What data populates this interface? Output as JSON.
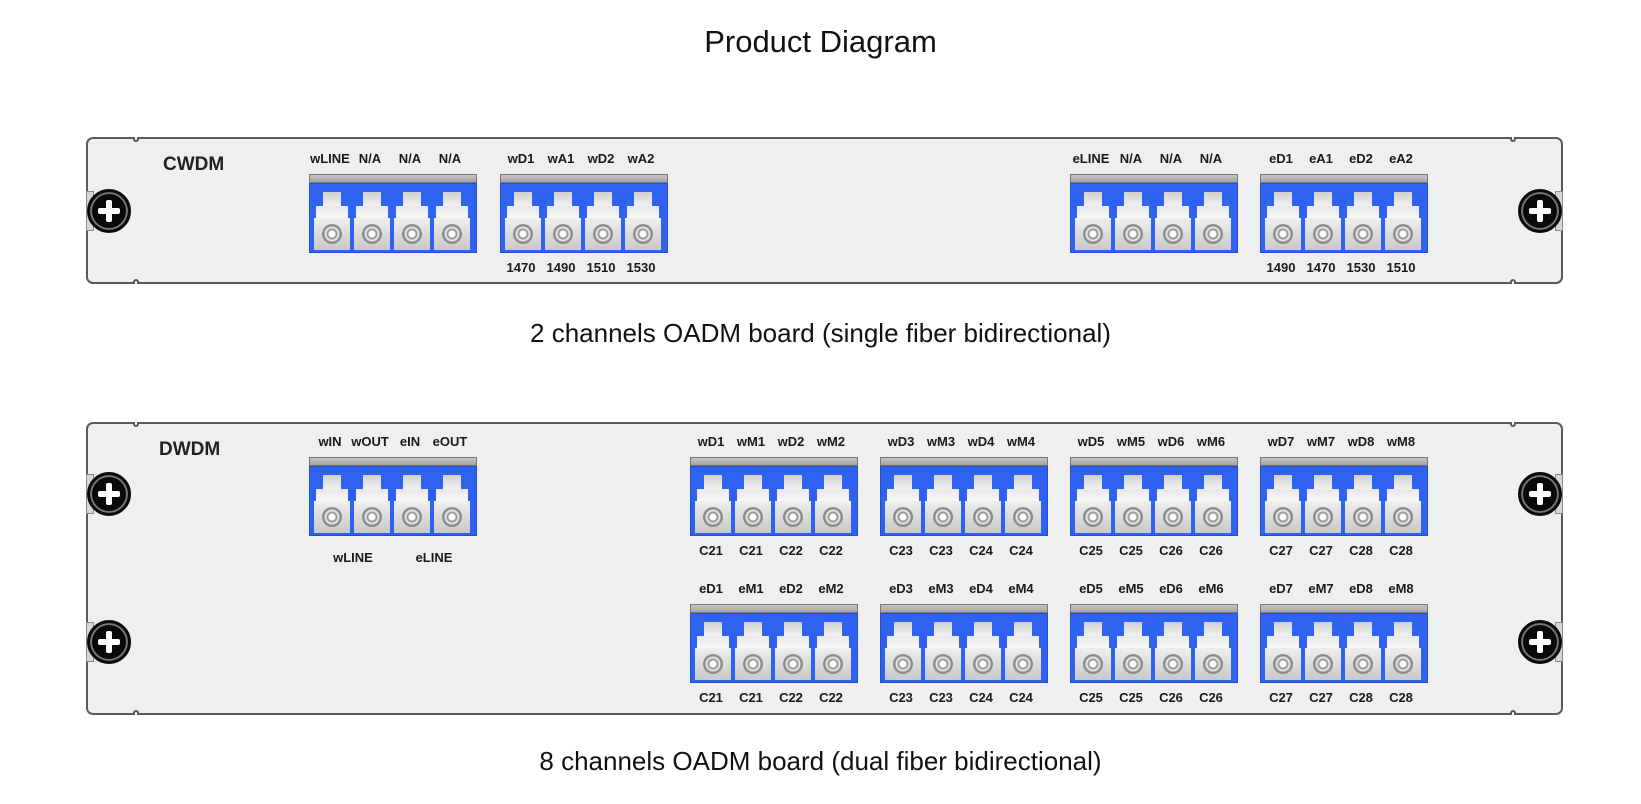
{
  "title": "Product Diagram",
  "colors": {
    "connector_blue": "#2f62ee",
    "panel_fill": "#efefef",
    "panel_border": "#5a5a5a",
    "screw": "#0a0a0a"
  },
  "boards": [
    {
      "name": "CWDM",
      "caption": "2 channels OADM board (single fiber bidirectional)",
      "blocks": [
        {
          "top_labels": [
            "wLINE",
            "N/A",
            "N/A",
            "N/A"
          ],
          "bottom_labels": [
            "",
            "",
            "",
            ""
          ]
        },
        {
          "top_labels": [
            "wD1",
            "wA1",
            "wD2",
            "wA2"
          ],
          "bottom_labels": [
            "1470",
            "1490",
            "1510",
            "1530"
          ]
        },
        {
          "top_labels": [
            "eLINE",
            "N/A",
            "N/A",
            "N/A"
          ],
          "bottom_labels": [
            "",
            "",
            "",
            ""
          ]
        },
        {
          "top_labels": [
            "eD1",
            "eA1",
            "eD2",
            "eA2"
          ],
          "bottom_labels": [
            "1490",
            "1470",
            "1530",
            "1510"
          ]
        }
      ]
    },
    {
      "name": "DWDM",
      "caption": "8 channels OADM board (dual fiber bidirectional)",
      "line_block": {
        "top_labels": [
          "wIN",
          "wOUT",
          "eIN",
          "eOUT"
        ],
        "group_labels": [
          "wLINE",
          "eLINE"
        ]
      },
      "upper_blocks": [
        {
          "top_labels": [
            "wD1",
            "wM1",
            "wD2",
            "wM2"
          ],
          "bottom_labels": [
            "C21",
            "C21",
            "C22",
            "C22"
          ]
        },
        {
          "top_labels": [
            "wD3",
            "wM3",
            "wD4",
            "wM4"
          ],
          "bottom_labels": [
            "C23",
            "C23",
            "C24",
            "C24"
          ]
        },
        {
          "top_labels": [
            "wD5",
            "wM5",
            "wD6",
            "wM6"
          ],
          "bottom_labels": [
            "C25",
            "C25",
            "C26",
            "C26"
          ]
        },
        {
          "top_labels": [
            "wD7",
            "wM7",
            "wD8",
            "wM8"
          ],
          "bottom_labels": [
            "C27",
            "C27",
            "C28",
            "C28"
          ]
        }
      ],
      "lower_blocks": [
        {
          "top_labels": [
            "eD1",
            "eM1",
            "eD2",
            "eM2"
          ],
          "bottom_labels": [
            "C21",
            "C21",
            "C22",
            "C22"
          ]
        },
        {
          "top_labels": [
            "eD3",
            "eM3",
            "eD4",
            "eM4"
          ],
          "bottom_labels": [
            "C23",
            "C23",
            "C24",
            "C24"
          ]
        },
        {
          "top_labels": [
            "eD5",
            "eM5",
            "eD6",
            "eM6"
          ],
          "bottom_labels": [
            "C25",
            "C25",
            "C26",
            "C26"
          ]
        },
        {
          "top_labels": [
            "eD7",
            "eM7",
            "eD8",
            "eM8"
          ],
          "bottom_labels": [
            "C27",
            "C27",
            "C28",
            "C28"
          ]
        }
      ]
    }
  ]
}
